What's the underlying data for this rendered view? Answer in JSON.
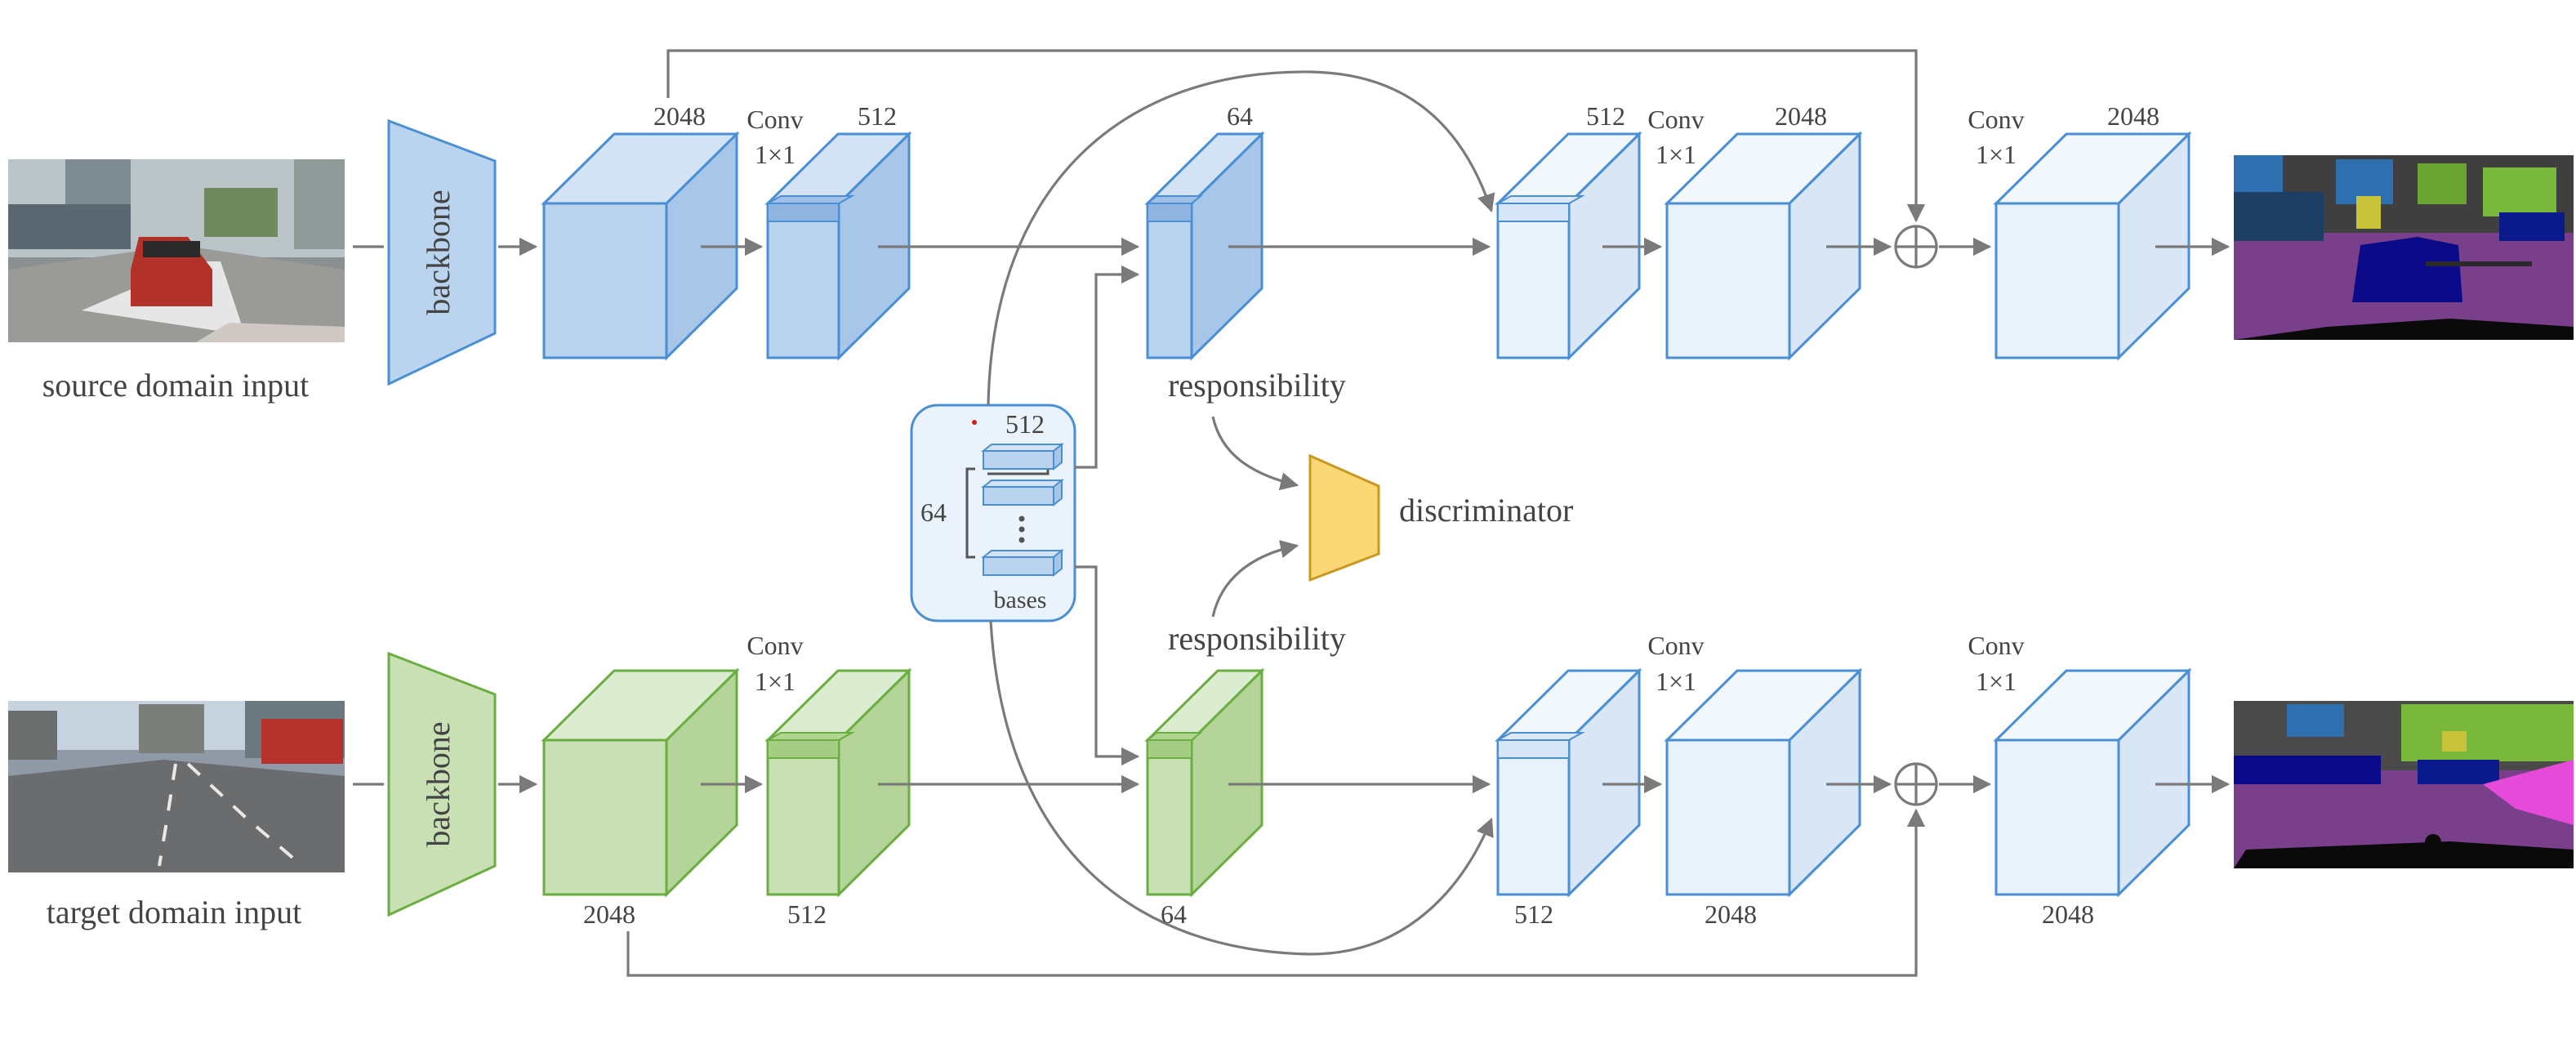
{
  "inputs": {
    "source_label": "source domain input",
    "target_label": "target domain input"
  },
  "backbone": {
    "source_label": "backbone",
    "target_label": "backbone"
  },
  "labels": {
    "conv": "Conv",
    "kernel": "1×1",
    "dim_2048": "2048",
    "dim_512": "512",
    "dim_64": "64",
    "responsibility": "responsibility",
    "discriminator": "discriminator",
    "bases": "bases",
    "bases_count": "64",
    "bases_dim": "512"
  },
  "colors": {
    "source_face": "#bad3ee",
    "source_stroke": "#4a8fd4",
    "target_face": "#c8e0b4",
    "target_stroke": "#6aad40",
    "decoder_face": "#e9f1fa",
    "discriminator": "#fbd776",
    "arrow": "#7a7a7a"
  },
  "icons": {
    "sum_node": "circle-plus-icon",
    "discriminator": "trapezoid-icon",
    "bases_ellipsis": "vertical-ellipsis-icon"
  }
}
